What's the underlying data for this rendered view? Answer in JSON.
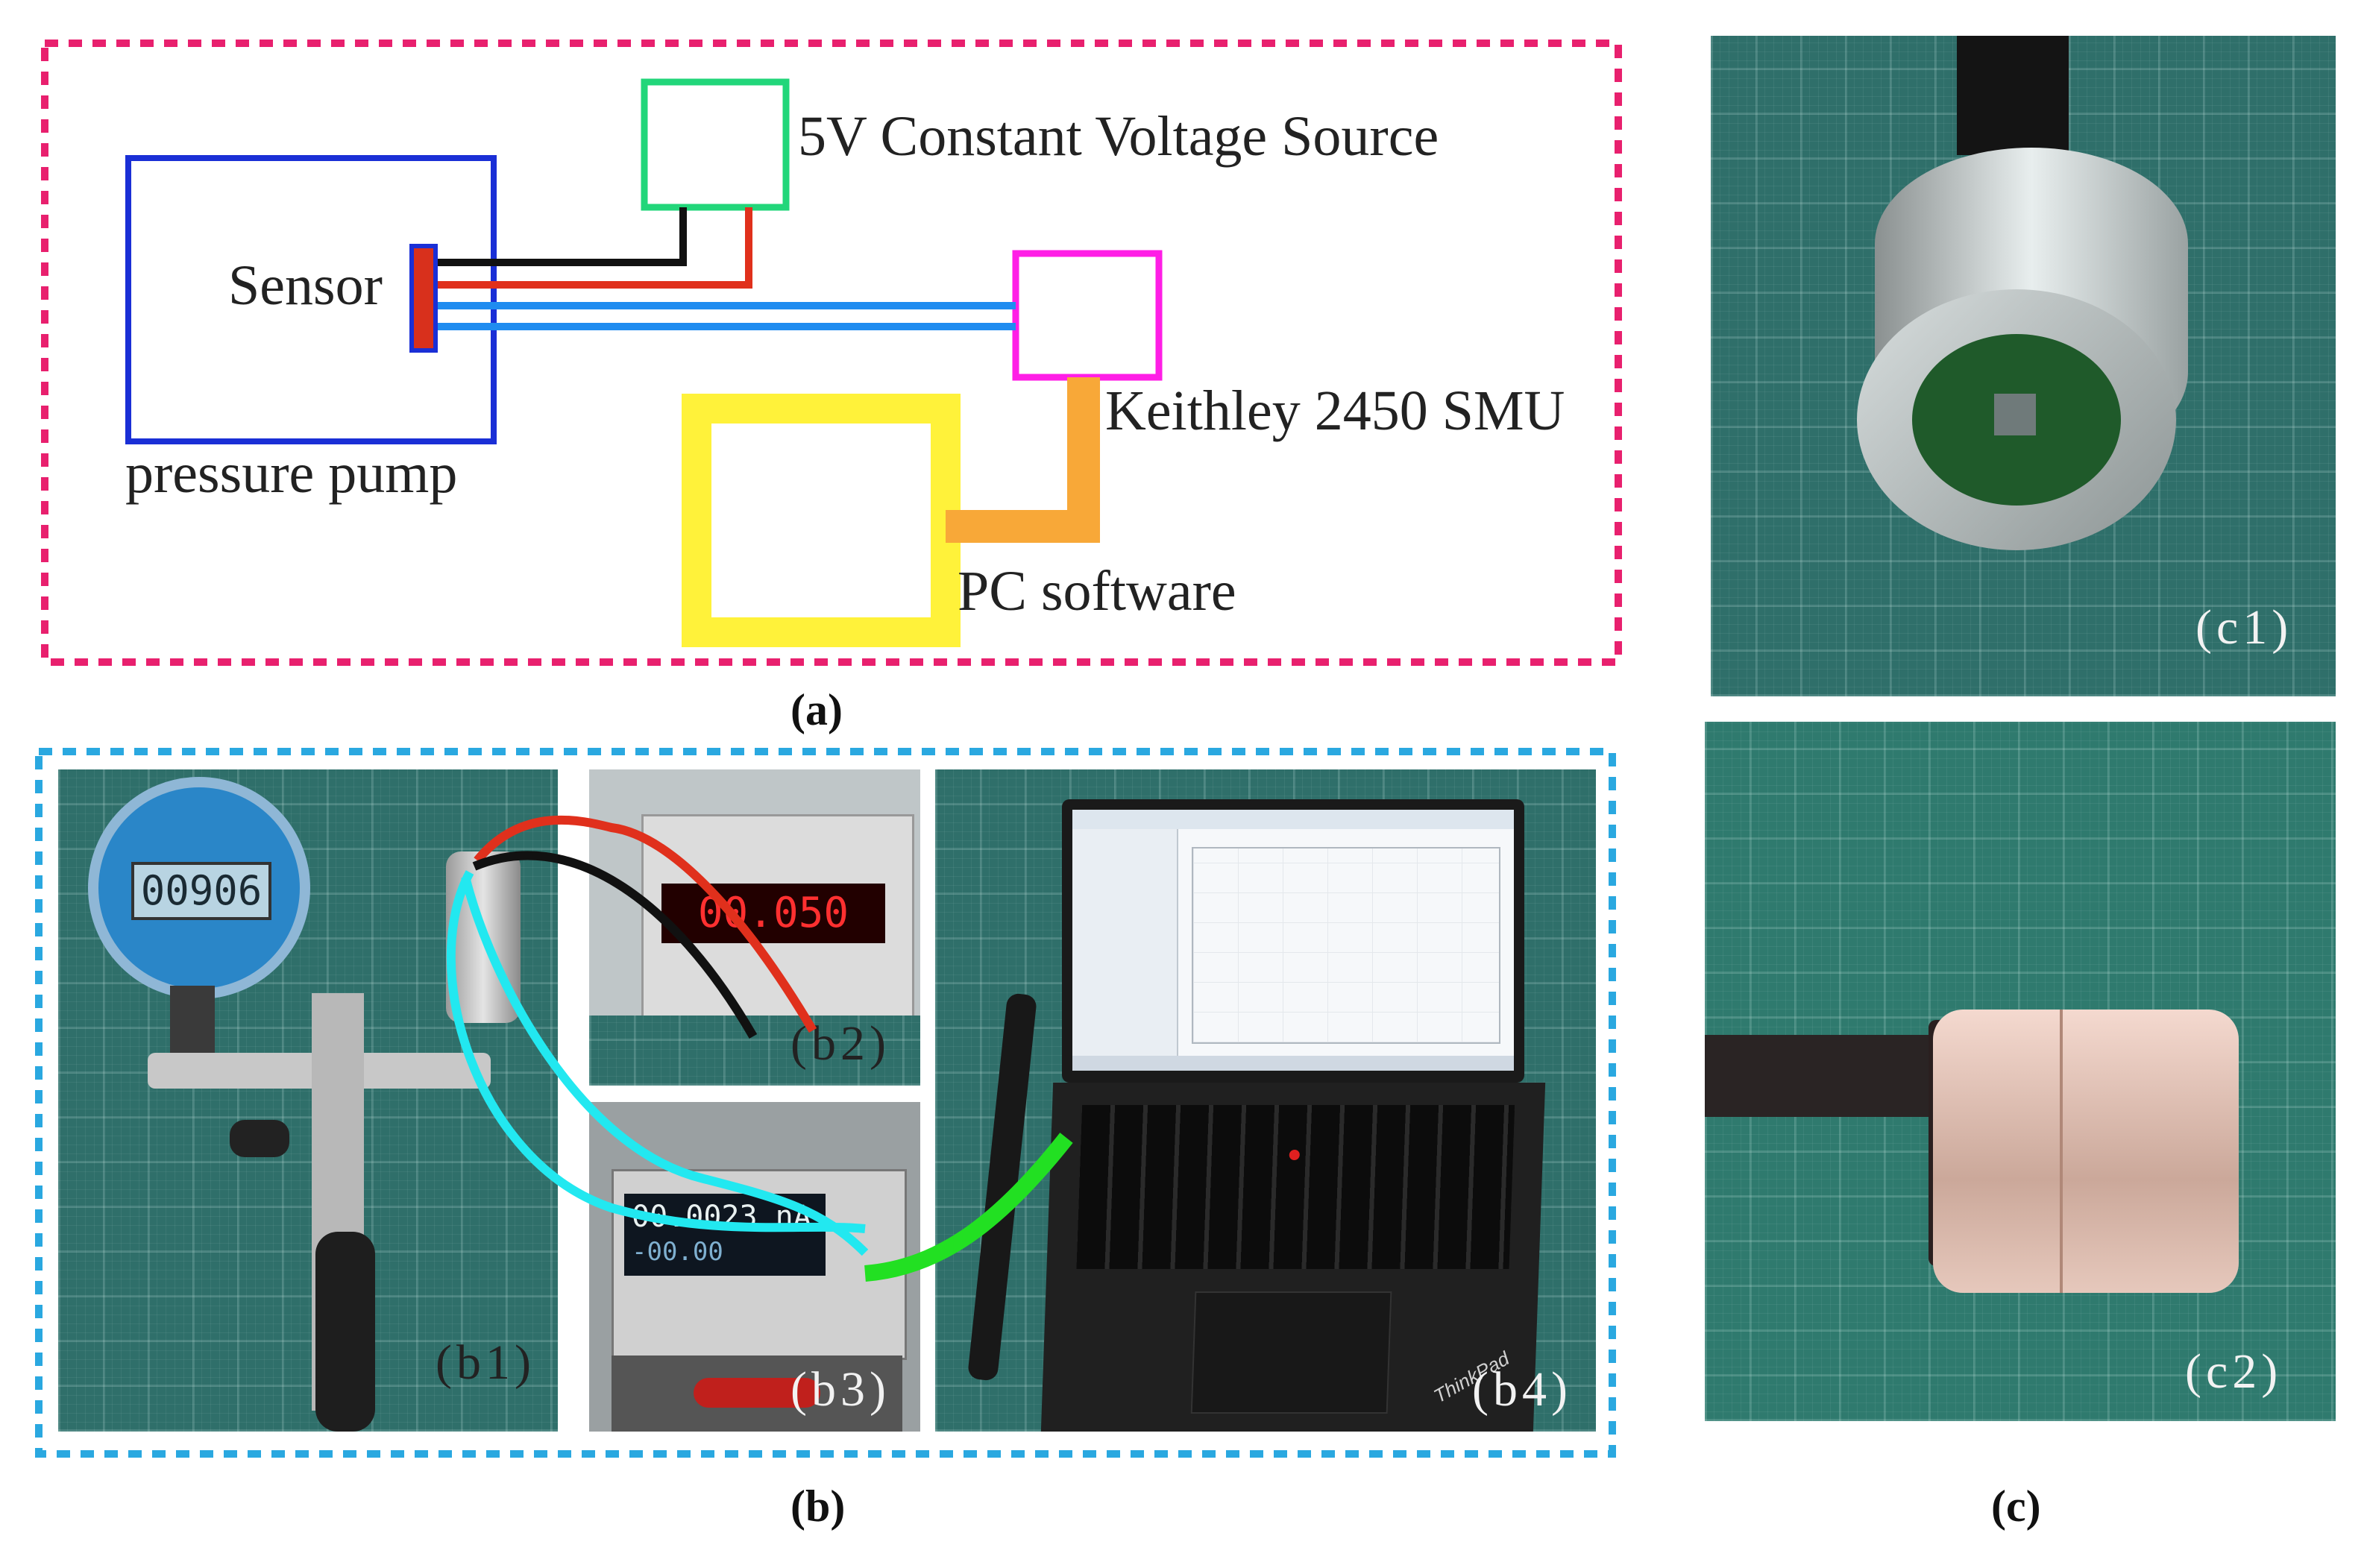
{
  "panel_a": {
    "sensor_label": "Sensor",
    "pump_label": "pressure pump",
    "voltage_source_label": "5V Constant Voltage Source",
    "smu_label": "Keithley 2450 SMU",
    "pc_label": "PC software",
    "caption": "(a)"
  },
  "panel_b": {
    "caption": "(b)",
    "b1_label": "(b1)",
    "b2_label": "(b2)",
    "b3_label": "(b3)",
    "b4_label": "(b4)",
    "gauge_reading": "00906",
    "psu_reading": "00.050",
    "smu_reading": "00.0023 nA",
    "smu_reading2": "-00.00",
    "laptop_brand": "ThinkPad"
  },
  "panel_c": {
    "caption": "(c)",
    "c1_label": "(c1)",
    "c2_label": "(c2)"
  },
  "colors": {
    "frame_a": "#e8206e",
    "frame_b": "#2aa8e0",
    "pump_box": "#1a2fd6",
    "sensor_fill": "#d8301c",
    "voltage_box": "#22d67a",
    "smu_box": "#ff1ee6",
    "pc_box": "#fff23a",
    "pc_link": "#f8a838",
    "signal_wire": "#1f8cf0",
    "power_red": "#e0301c",
    "power_black": "#111111",
    "cyan_cable": "#22e8f0",
    "green_cable": "#22e022"
  }
}
